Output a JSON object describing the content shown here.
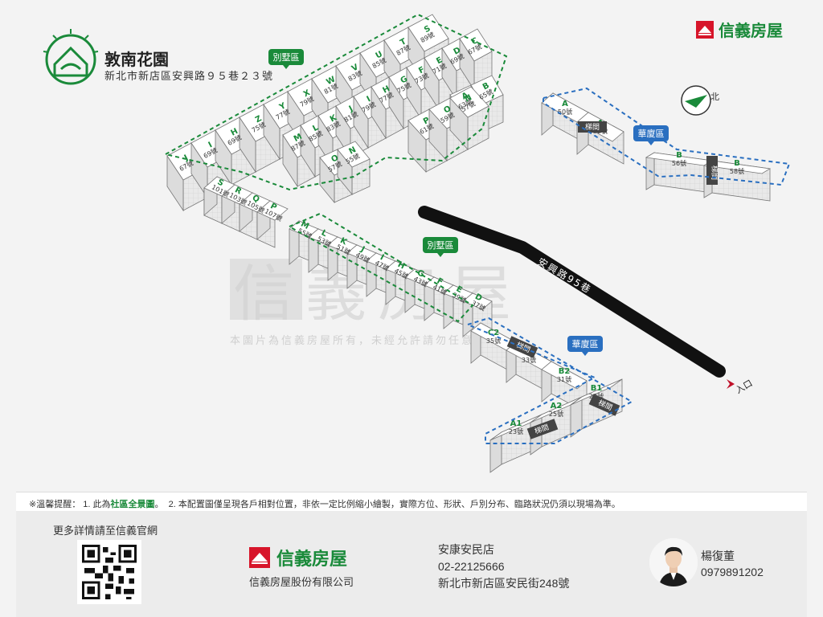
{
  "community": {
    "name": "敦南花園",
    "address": "新北市新店區安興路９５巷２３號"
  },
  "brand": {
    "name": "信義房屋",
    "company": "信義房屋股份有限公司",
    "color_green": "#1a8a3a",
    "color_red": "#d7152a"
  },
  "map": {
    "road_label": "安興路95巷",
    "entrance_label": "入口",
    "compass_label": "北",
    "watermark_text": "信義房屋",
    "watermark_notice": "本圖片為信義房屋所有，未經允許請勿任意使用",
    "zone_badges": [
      {
        "label": "別墅區"
      },
      {
        "label": "華廈區"
      },
      {
        "label": "別墅區"
      },
      {
        "label": "華廈區"
      }
    ],
    "stairs_label": "梯間",
    "villa_units": [
      {
        "letter": "J",
        "num": "67號"
      },
      {
        "letter": "I",
        "num": "69號"
      },
      {
        "letter": "H",
        "num": "69號"
      },
      {
        "letter": "Z",
        "num": "75號"
      },
      {
        "letter": "Y",
        "num": "77號"
      },
      {
        "letter": "X",
        "num": "79號"
      },
      {
        "letter": "W",
        "num": "81號"
      },
      {
        "letter": "V",
        "num": "83號"
      },
      {
        "letter": "U",
        "num": "85號"
      },
      {
        "letter": "T",
        "num": "87號"
      },
      {
        "letter": "S",
        "num": "89號"
      },
      {
        "letter": "C",
        "num": "67號"
      },
      {
        "letter": "D",
        "num": "69號"
      },
      {
        "letter": "E",
        "num": "71號"
      },
      {
        "letter": "F",
        "num": "73號"
      },
      {
        "letter": "G",
        "num": "75號"
      },
      {
        "letter": "H",
        "num": "77號"
      },
      {
        "letter": "I",
        "num": "79號"
      },
      {
        "letter": "J",
        "num": "81號"
      },
      {
        "letter": "K",
        "num": "83號"
      },
      {
        "letter": "L",
        "num": "85號"
      },
      {
        "letter": "M",
        "num": "87號"
      },
      {
        "letter": "A",
        "num": "63號"
      },
      {
        "letter": "B",
        "num": "65號"
      },
      {
        "letter": "P",
        "num": "61號"
      },
      {
        "letter": "O",
        "num": "59號"
      },
      {
        "letter": "N",
        "num": "57號"
      },
      {
        "letter": "O",
        "num": "57號"
      },
      {
        "letter": "N",
        "num": "55號"
      },
      {
        "letter": "S",
        "num": "101號"
      },
      {
        "letter": "R",
        "num": "103號"
      },
      {
        "letter": "Q",
        "num": "105號"
      },
      {
        "letter": "P",
        "num": "107號"
      },
      {
        "letter": "M",
        "num": "55號"
      },
      {
        "letter": "L",
        "num": "53號"
      },
      {
        "letter": "K",
        "num": "51號"
      },
      {
        "letter": "J",
        "num": "49號"
      },
      {
        "letter": "I",
        "num": "47號"
      },
      {
        "letter": "H",
        "num": "45號"
      },
      {
        "letter": "G",
        "num": "43號"
      },
      {
        "letter": "F",
        "num": "41號"
      },
      {
        "letter": "E",
        "num": "39號"
      },
      {
        "letter": "D",
        "num": "37號"
      }
    ],
    "mansion_units_ne": [
      {
        "letter": "A",
        "num": "50號"
      },
      {
        "letter": "A",
        "num": "52號"
      },
      {
        "letter": "B",
        "num": "56號"
      },
      {
        "letter": "B",
        "num": "58號"
      }
    ],
    "mansion_units_s": [
      {
        "letter": "C2",
        "num": "35號"
      },
      {
        "letter": "C1",
        "num": "33號"
      },
      {
        "letter": "B2",
        "num": "31號"
      },
      {
        "letter": "B1",
        "num": "29號"
      },
      {
        "letter": "A2",
        "num": "25號"
      },
      {
        "letter": "A1",
        "num": "23號"
      }
    ]
  },
  "notice": {
    "prefix": "※溫馨提醒：",
    "item1_a": "1. 此為",
    "item1_hl": "社區全景圖",
    "item1_b": "。",
    "item2": "2. 本配置圖僅呈現各戶相對位置，非依一定比例縮小繪製，實際方位、形狀、戶別分布、臨路狀況仍須以現場為準。"
  },
  "footer": {
    "more_info": "更多詳情請至信義官網",
    "store_name": "安康安民店",
    "store_phone": "02-22125666",
    "store_address": "新北市新店區安民街248號",
    "agent_name": "楊復董",
    "agent_phone": "0979891202"
  }
}
